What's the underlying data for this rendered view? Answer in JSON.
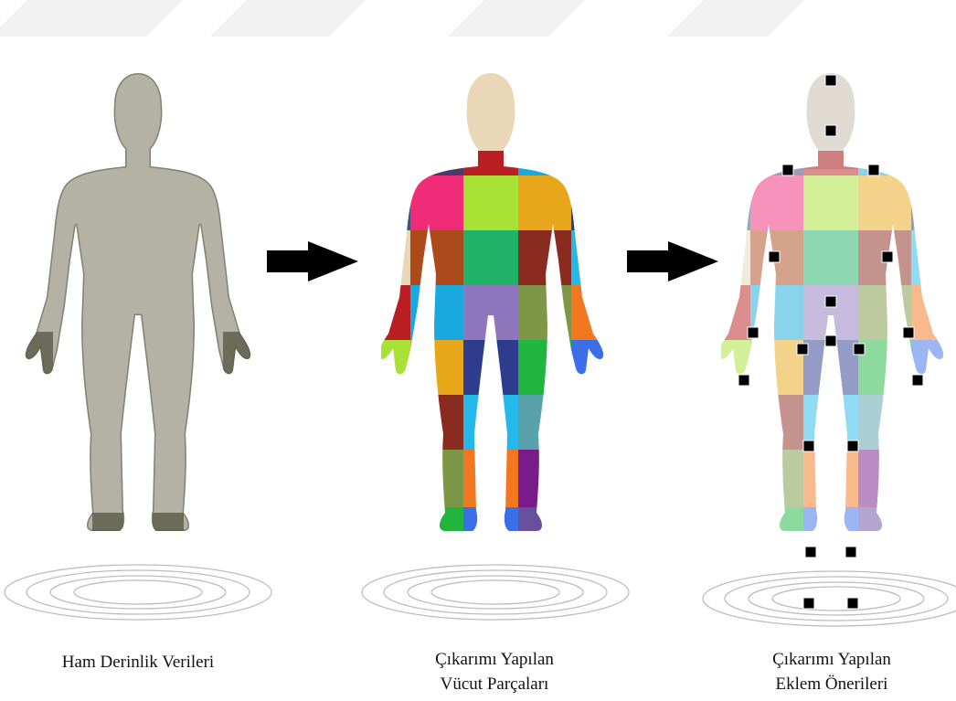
{
  "figure": {
    "captions": [
      {
        "lines": [
          "Ham Derinlik Verileri"
        ]
      },
      {
        "lines": [
          "Çıkarımı Yapılan",
          "Vücut Parçaları"
        ]
      },
      {
        "lines": [
          "Çıkarımı Yapılan",
          "Eklem Önerileri"
        ]
      }
    ],
    "arrows": [
      {
        "from": 1,
        "to": 2
      },
      {
        "from": 2,
        "to": 3
      }
    ],
    "colors": {
      "depth_fill": "#b4b2a5",
      "depth_shadow": "#5b5a47",
      "arrow": "#000000",
      "joint": "#000000",
      "ground_rings": "#bdbdbd",
      "header_stripes": "#f1f1f1",
      "part_palette": [
        "#1f2a73",
        "#ead7b8",
        "#a9e236",
        "#8f77bd",
        "#24b8e8",
        "#3b6fe8",
        "#b41217",
        "#4a3a6a",
        "#ad4a1c",
        "#e8a61a",
        "#7d9746",
        "#5aa2ab",
        "#6a4f9c",
        "#33567a",
        "#b81e22",
        "#20b368",
        "#2d3c8c",
        "#f2781f",
        "#c8461e",
        "#f4b62e",
        "#f02c78",
        "#19a9dd",
        "#8a2b1f",
        "#21b540",
        "#7a1b8c",
        "#000000"
      ]
    }
  }
}
